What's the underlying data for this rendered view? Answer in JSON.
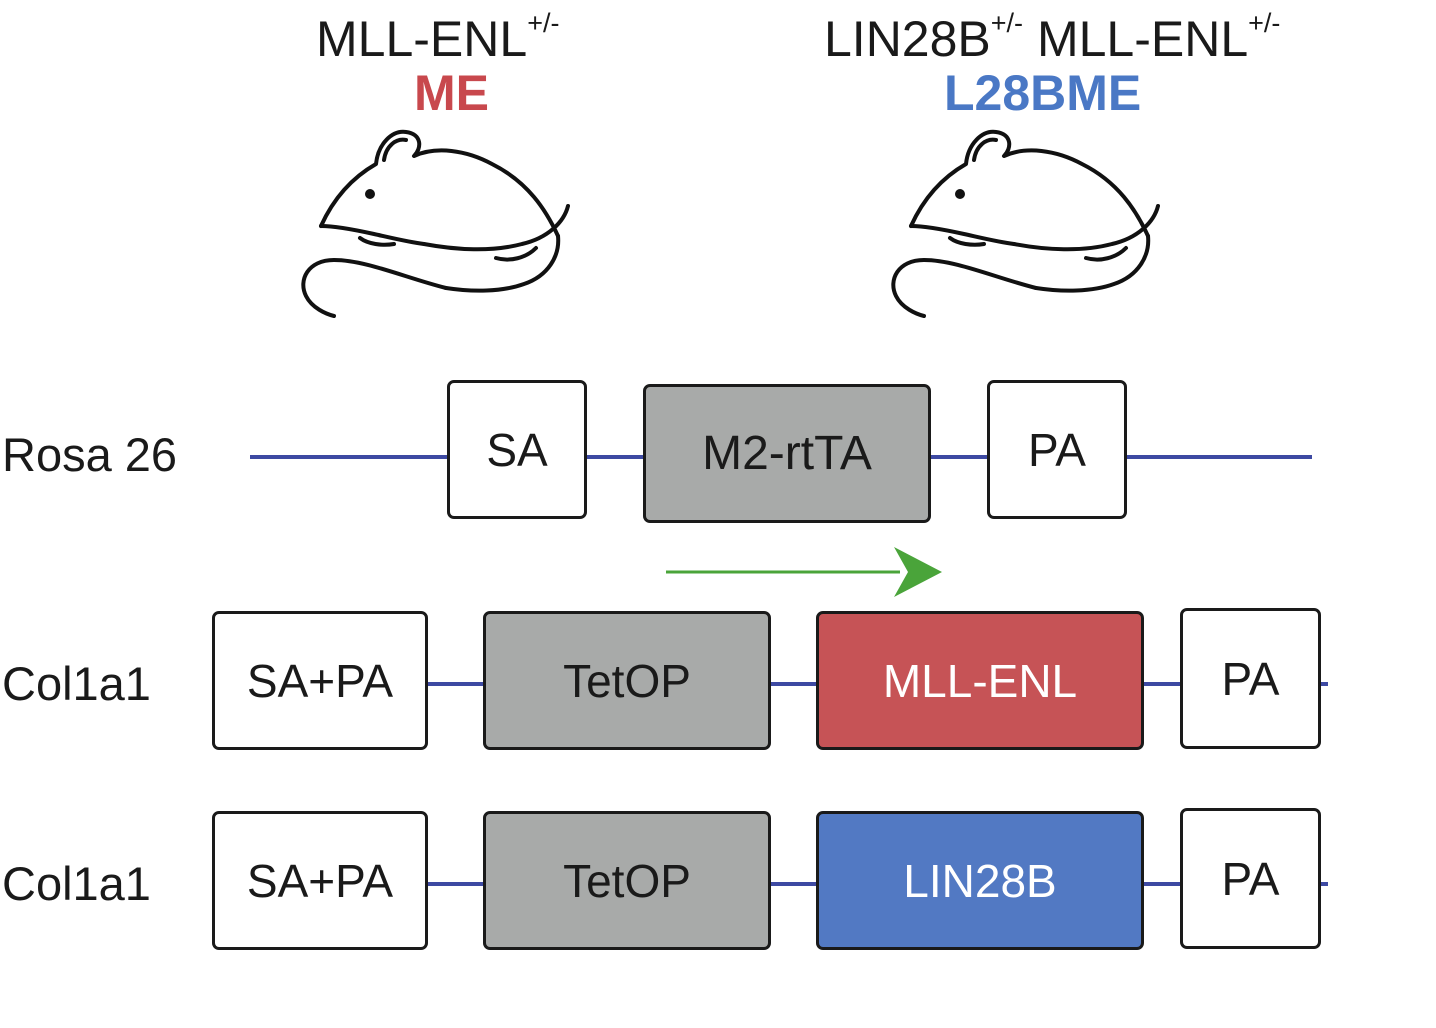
{
  "left_mouse": {
    "genotype": "MLL-ENL",
    "genotype_sup": "+/-",
    "abbreviation": "ME",
    "abbreviation_color": "#c8484d"
  },
  "right_mouse": {
    "genotype_a": "LIN28B",
    "genotype_a_sup": "+/-",
    "genotype_b": "MLL-ENL",
    "genotype_b_sup": "+/-",
    "abbreviation": "L28BME",
    "abbreviation_color": "#4a78c5"
  },
  "constructs": [
    {
      "locus": "Rosa 26",
      "elements": [
        {
          "label": "SA",
          "fill": "#ffffff"
        },
        {
          "label": "M2-rtTA",
          "fill": "#a8aaa9"
        },
        {
          "label": "PA",
          "fill": "#ffffff"
        }
      ]
    },
    {
      "locus": "Col1a1",
      "elements": [
        {
          "label": "SA+PA",
          "fill": "#ffffff"
        },
        {
          "label": "TetOP",
          "fill": "#a8aaa9"
        },
        {
          "label": "MLL-ENL",
          "fill": "#c65356"
        },
        {
          "label": "PA",
          "fill": "#ffffff"
        }
      ]
    },
    {
      "locus": "Col1a1",
      "elements": [
        {
          "label": "SA+PA",
          "fill": "#ffffff"
        },
        {
          "label": "TetOP",
          "fill": "#a8aaa9"
        },
        {
          "label": "LIN28B",
          "fill": "#5279c3"
        },
        {
          "label": "PA",
          "fill": "#ffffff"
        }
      ]
    }
  ],
  "colors": {
    "dna_line": "#3d49a2",
    "arrow": "#4aa43a"
  },
  "icons": [
    "mouse-icon",
    "arrow-right-icon"
  ]
}
